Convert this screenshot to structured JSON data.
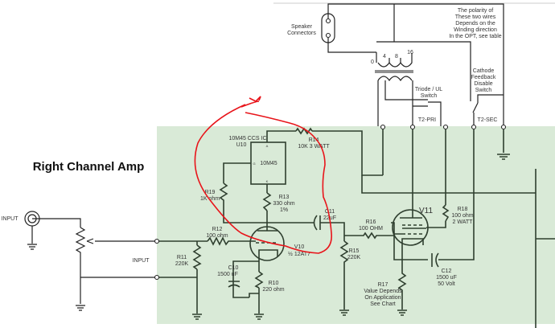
{
  "title": "Right Channel Amp",
  "colors": {
    "board_bg": "#d9ead7",
    "annotation": "#e8141a",
    "wire": "#222222"
  },
  "output_section": {
    "speaker_label": [
      "Speaker",
      "Connectors"
    ],
    "taps": [
      "0",
      "4",
      "8",
      "16"
    ],
    "polarity_note": [
      "The polarity of",
      "These two wires",
      "Depends on the",
      "Winding direction",
      "In the OPT, see table"
    ],
    "triode_ul_switch": [
      "Triode / UL",
      "Switch"
    ],
    "cathode_switch": [
      "Cathode",
      "Feedback",
      "Disable",
      "Switch"
    ],
    "t2_pri": "T2-PRI",
    "t2_sec": "T2-SEC"
  },
  "input": {
    "jack_label": "INPUT",
    "terminal_label": "INPUT"
  },
  "components": {
    "u10": {
      "title": "10M45 CCS IC",
      "ref": "U10",
      "body": "10M45",
      "pin_a": "A",
      "pin_g": "G",
      "pin_k": "K"
    },
    "r14": {
      "ref": "R14",
      "value": "10K 3 WATT"
    },
    "r19": {
      "ref": "R19",
      "value": "1K ohm"
    },
    "r13": {
      "ref": "R13",
      "value": "330 ohm",
      "tol": "1%"
    },
    "c11": {
      "ref": "C11",
      "value": "22uF"
    },
    "r12": {
      "ref": "R12",
      "value": "100 ohm"
    },
    "v10": {
      "ref": "V10",
      "value": "½ 12AT7"
    },
    "r11": {
      "ref": "R11",
      "value": "220K"
    },
    "c10": {
      "ref": "C10",
      "value": "1500 uF"
    },
    "r10": {
      "ref": "R10",
      "value": "220 ohm"
    },
    "r15": {
      "ref": "R15",
      "value": "220K"
    },
    "r16": {
      "ref": "R16",
      "value": "100 OHM"
    },
    "v11": {
      "ref": "V11"
    },
    "r18": {
      "ref": "R18",
      "value": "100 ohm",
      "power": "2 WATT"
    },
    "c12": {
      "ref": "C12",
      "value": "1500 uF",
      "voltage": "50 Volt"
    },
    "r17": {
      "ref": "R17",
      "note": [
        "Value Depends",
        "On Application",
        "See Chart"
      ]
    }
  }
}
